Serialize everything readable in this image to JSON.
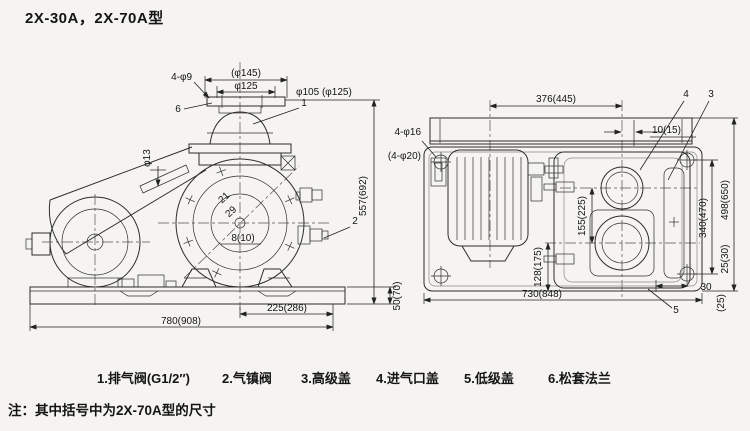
{
  "title": "2X-30A，2X-70A型",
  "note": "注：其中括号中为2X-70A型的尺寸",
  "legend": {
    "items": [
      "1.排气阀(G1/2″)",
      "2.气镇阀",
      "3.高级盖",
      "4.进气口盖",
      "5.低级盖",
      "6.松套法兰"
    ]
  },
  "front_view": {
    "dims": {
      "flange_od": "(φ145)",
      "flange_bc": "φ125",
      "bolt_holes": "4-φ9",
      "port": "φ105 (φ125)",
      "guard_hole": "φ13",
      "shaft_a": "21",
      "shaft_b": "29",
      "key": "8(10)",
      "height": "557(692)",
      "base_height": "50(70)",
      "foot_span": "225(286)",
      "length": "780(908)"
    },
    "callouts": {
      "exhaust_valve": "1",
      "gas_ballast": "2",
      "flange": "6"
    }
  },
  "top_view": {
    "dims": {
      "motor_pump_centers": "376(445)",
      "inlet_offset": "10(15)",
      "bolt_holes": "4-φ16",
      "bolt_holes_alt": "(4-φ20)",
      "port_centers": "155(225)",
      "port_to_edge": "128(175)",
      "hole_span": "340(470)",
      "width": "498(650)",
      "edge_offset": "25(30)",
      "length": "730(848)",
      "lip": "30",
      "lip_alt": "(25)"
    },
    "callouts": {
      "high_cover": "3",
      "inlet_cover": "4",
      "low_cover": "5"
    }
  }
}
